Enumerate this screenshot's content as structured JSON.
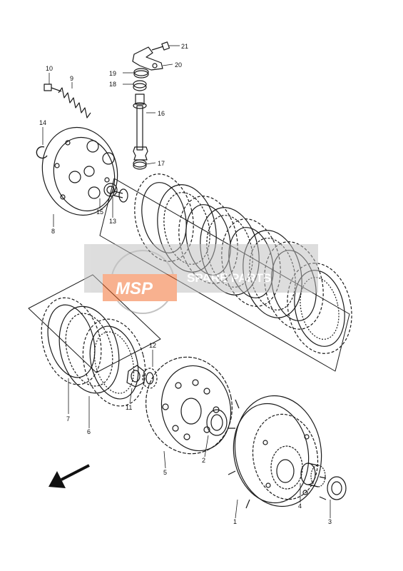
{
  "diagram": {
    "parts": [
      {
        "num": "1",
        "name": "clutch housing / primary driven gear"
      },
      {
        "num": "2",
        "name": "thrust washer"
      },
      {
        "num": "3",
        "name": "spacer"
      },
      {
        "num": "4",
        "name": "needle bearing"
      },
      {
        "num": "5",
        "name": "clutch sleeve hub"
      },
      {
        "num": "6",
        "name": "drive plate"
      },
      {
        "num": "7",
        "name": "driven plate"
      },
      {
        "num": "8",
        "name": "pressure plate"
      },
      {
        "num": "9",
        "name": "clutch spring"
      },
      {
        "num": "10",
        "name": "bolt"
      },
      {
        "num": "11",
        "name": "nut"
      },
      {
        "num": "12",
        "name": "washer"
      },
      {
        "num": "13",
        "name": "push piece"
      },
      {
        "num": "14",
        "name": "circlip"
      },
      {
        "num": "15",
        "name": "bearing"
      },
      {
        "num": "16",
        "name": "release shaft"
      },
      {
        "num": "17",
        "name": "oil seal"
      },
      {
        "num": "18",
        "name": "oil seal"
      },
      {
        "num": "19",
        "name": "washer"
      },
      {
        "num": "20",
        "name": "release lever"
      },
      {
        "num": "21",
        "name": "bolt"
      }
    ]
  },
  "watermark": {
    "logo_text": "MSP",
    "company_text": "SPARE PARTS",
    "logo_color": "#f26522"
  },
  "direction_arrow": {
    "icon": "arrow-down-left-icon"
  },
  "colors": {
    "line": "#1a1a1a"
  }
}
